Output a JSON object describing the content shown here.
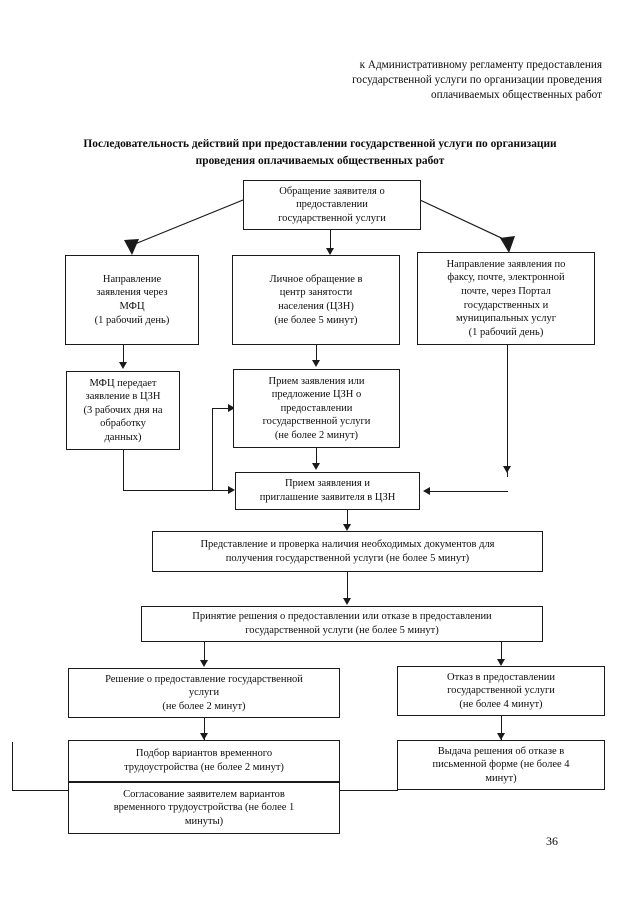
{
  "document": {
    "header_lines": "к Административному регламенту\nпредоставления государственной услуги по\nорганизации проведения\nоплачиваемых общественных работ",
    "title": "Последовательность действий  при предоставлении государственной услуги по организации проведения оплачиваемых общественных работ",
    "page_number": "36"
  },
  "flowchart": {
    "type": "flowchart",
    "nodes": [
      {
        "id": "start",
        "label": "Обращение заявителя о\nпредоставлении\nгосударственной услуги"
      },
      {
        "id": "mfc-submit",
        "label": "Направление\nзаявления через\nМФЦ\n(1 рабочий день)"
      },
      {
        "id": "personal-visit",
        "label": "Личное обращение в\nцентр занятости\nнаселения (ЦЗН)\n(не более 5 минут)"
      },
      {
        "id": "remote-submit",
        "label": "Направление заявления по\nфаксу, почте, электронной\nпочте, через Портал\nгосударственных и\nмуниципальных услуг\n(1 рабочий день)"
      },
      {
        "id": "mfc-transfer",
        "label": "МФЦ передает\nзаявление в ЦЗН\n(3 рабочих дня на\nобработку\nданных)"
      },
      {
        "id": "accept-or-offer",
        "label": "Прием заявления или\nпредложение ЦЗН о\nпредоставлении\nгосударственной услуги\n(не более 2 минут)"
      },
      {
        "id": "accept-and-invite",
        "label": "Прием заявления и\nприглашение заявителя в ЦЗН"
      },
      {
        "id": "documents-check",
        "label": "Представление и проверка наличия необходимых документов для\nполучения государственной услуги (не более 5 минут)"
      },
      {
        "id": "decision",
        "label": "Принятие решения о предоставлении или отказе в предоставлении\nгосударственной услуги (не более 5 минут)"
      },
      {
        "id": "decision-grant",
        "label": "Решение о предоставление государственной\nуслуги\n(не более 2 минут)"
      },
      {
        "id": "decision-refuse",
        "label": "Отказ в предоставлении\nгосударственной услуги\n(не более 4 минут)"
      },
      {
        "id": "job-options",
        "label": "Подбор вариантов временного\nтрудоустройства (не более 2 минут)"
      },
      {
        "id": "job-agreement",
        "label": "Согласование заявителем вариантов\nвременного трудоустройства (не более 1\nминуты)"
      },
      {
        "id": "refusal-issue",
        "label": "Выдача решения об отказе в\nписьменной форме (не более 4\nминут)"
      }
    ]
  }
}
